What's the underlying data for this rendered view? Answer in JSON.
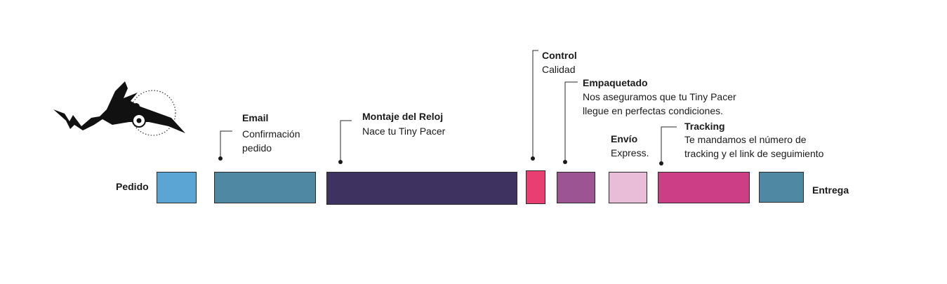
{
  "start": {
    "label": "Pedido"
  },
  "end": {
    "label": "Entrega"
  },
  "steps": [
    {
      "title": "Email",
      "description": "Confirmación\npedido",
      "color": "#4e88a3"
    },
    {
      "title": "Montaje del Reloj",
      "description": "Nace tu Tiny Pacer",
      "color": "#3e3260"
    },
    {
      "title": "Control",
      "description": "Calidad",
      "color": "#e83e72"
    },
    {
      "title": "Empaquetado",
      "description": "Nos aseguramos que tu Tiny Pacer\nllegue en perfectas condiciones.",
      "color": "#9c5592"
    },
    {
      "title": "Envío",
      "description": "Express.",
      "color": "#e9bcd7"
    },
    {
      "title": "Tracking",
      "description": "Te mandamos el número de\ntracking y el link de seguimiento",
      "color": "#cc3f87"
    }
  ],
  "colors": {
    "pedido": "#5ba5d5",
    "entrega": "#4e88a3",
    "leader": "#2a2a2a"
  },
  "icons": {
    "logo": "swimmer-logo-icon"
  }
}
